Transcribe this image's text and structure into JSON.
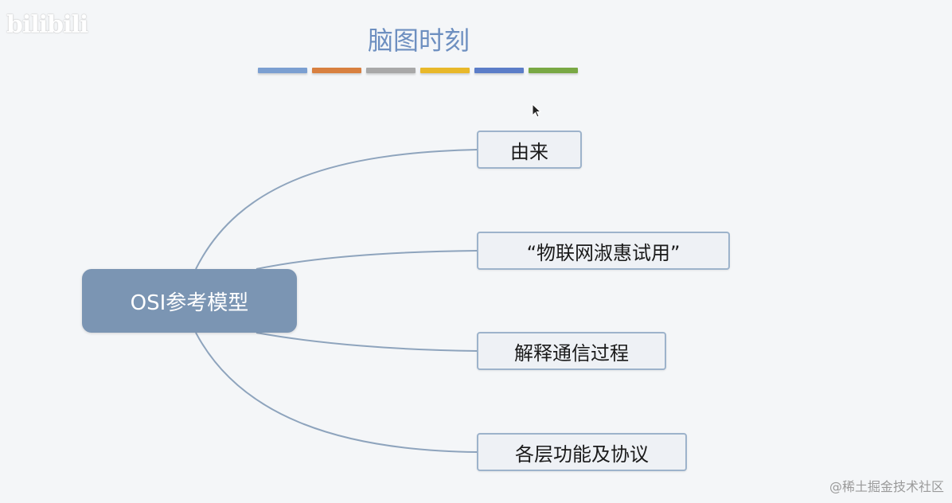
{
  "watermark_logo": "bilibili",
  "title": "脑图时刻",
  "color_bar": [
    "#7b9fd1",
    "#d88040",
    "#a8a8a8",
    "#e8b82a",
    "#5b7dc8",
    "#79a844"
  ],
  "root": {
    "label": "OSI参考模型"
  },
  "branches": [
    {
      "label": "由来"
    },
    {
      "label": "“物联网淑惠试用”"
    },
    {
      "label": "解释通信过程"
    },
    {
      "label": "各层功能及协议"
    }
  ],
  "corner_watermark": "@稀土掘金技术社区",
  "colors": {
    "root_fill": "#7b95b3",
    "branch_border": "#9db3cb",
    "link": "#8ea4bd",
    "title": "#6d8fc0"
  }
}
